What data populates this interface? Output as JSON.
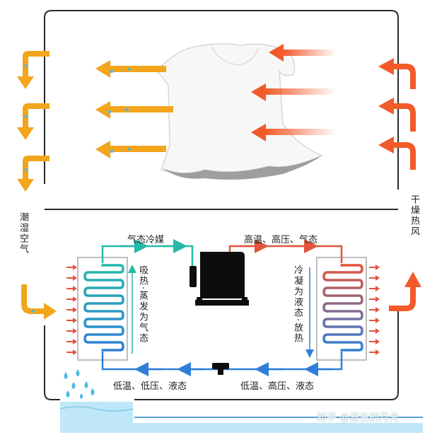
{
  "labels": {
    "humid_air": "潮湿空气",
    "dry_hot_air": "干燥热风",
    "gas_refrigerant": "气态冷媒",
    "high_temp_gas": "高温、高压、气态",
    "absorb_heat": "吸热·蒸发为气态",
    "condense": "冷凝为液态·放热",
    "low_liquid": "低温、低压、液态",
    "high_liquid": "低温、高压、液态"
  },
  "watermark": "知乎 @亘古的月光",
  "colors": {
    "orange_arrow": "#f3a51c",
    "red_arrow": "#f25a2a",
    "teal_pipe": "#25b9a9",
    "red_pipe": "#e2553c",
    "blue_pipe": "#2f7fd9",
    "water": "#bfe7f7",
    "droplet": "#48b9e8",
    "compressor": "#0d0d0d"
  },
  "icons": {
    "clothes": "garment-icon",
    "compressor": "compressor-icon",
    "valve": "expansion-valve-icon",
    "droplets": "water-droplets-icon"
  }
}
